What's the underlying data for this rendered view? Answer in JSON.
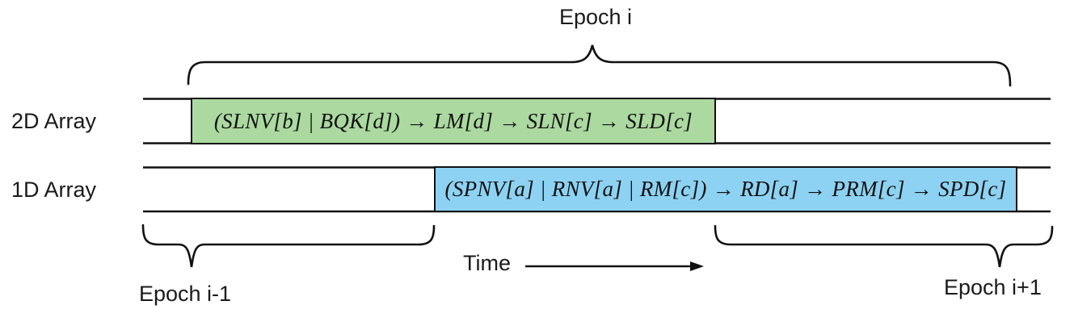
{
  "diagram": {
    "title_epoch_current": "Epoch i",
    "epoch_previous": "Epoch i-1",
    "epoch_next": "Epoch i+1",
    "time_axis_label": "Time",
    "rows": [
      {
        "label": "2D Array",
        "task": "(SLNV[b] | BQK[d]) → LM[d] → SLN[c] → SLD[c]",
        "fill": "#abd9a0"
      },
      {
        "label": "1D Array",
        "task": "(SPNV[a] | RNV[a] | RM[c]) → RD[a] → PRM[c] → SPD[c]",
        "fill": "#8dd2f2"
      }
    ],
    "colors": {
      "line": "#111111",
      "green_box": "#abd9a0",
      "blue_box": "#8dd2f2"
    }
  }
}
